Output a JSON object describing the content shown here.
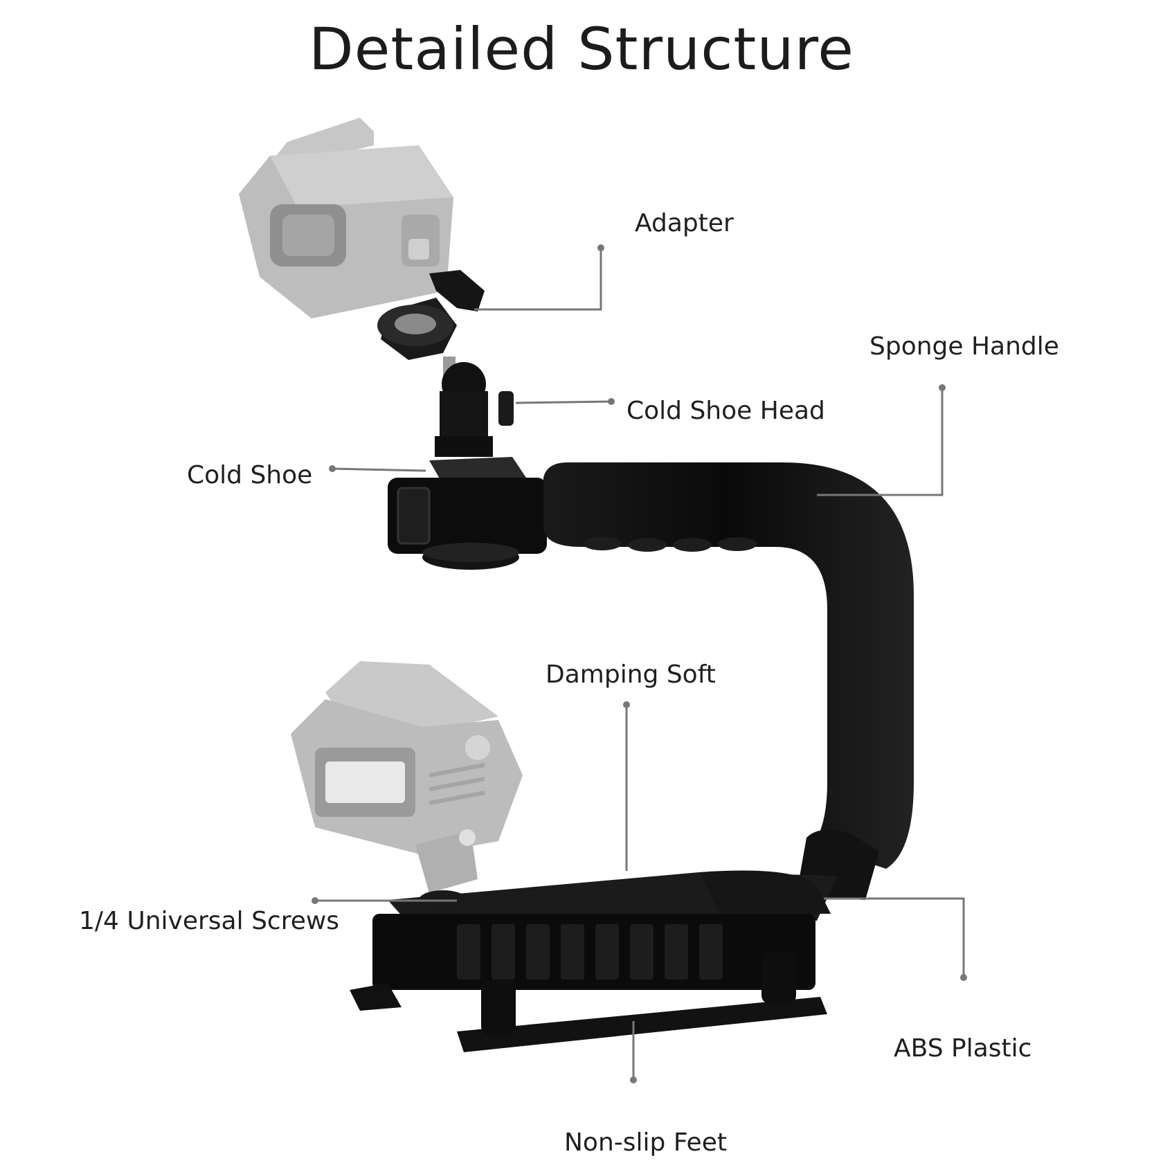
{
  "title": "Detailed Structure",
  "labels": {
    "adapter": "Adapter",
    "sponge_handle": "Sponge Handle",
    "cold_shoe_head": "Cold Shoe Head",
    "cold_shoe": "Cold Shoe",
    "damping_soft": "Damping Soft",
    "universal_screws": "1/4 Universal Screws",
    "abs_plastic": "ABS Plastic",
    "non_slip_feet": "Non-slip Feet"
  },
  "colors": {
    "leader": "#777777",
    "foam": "#111111",
    "plastic": "#0d0d0d",
    "faded_device": "#b9b9b9"
  }
}
